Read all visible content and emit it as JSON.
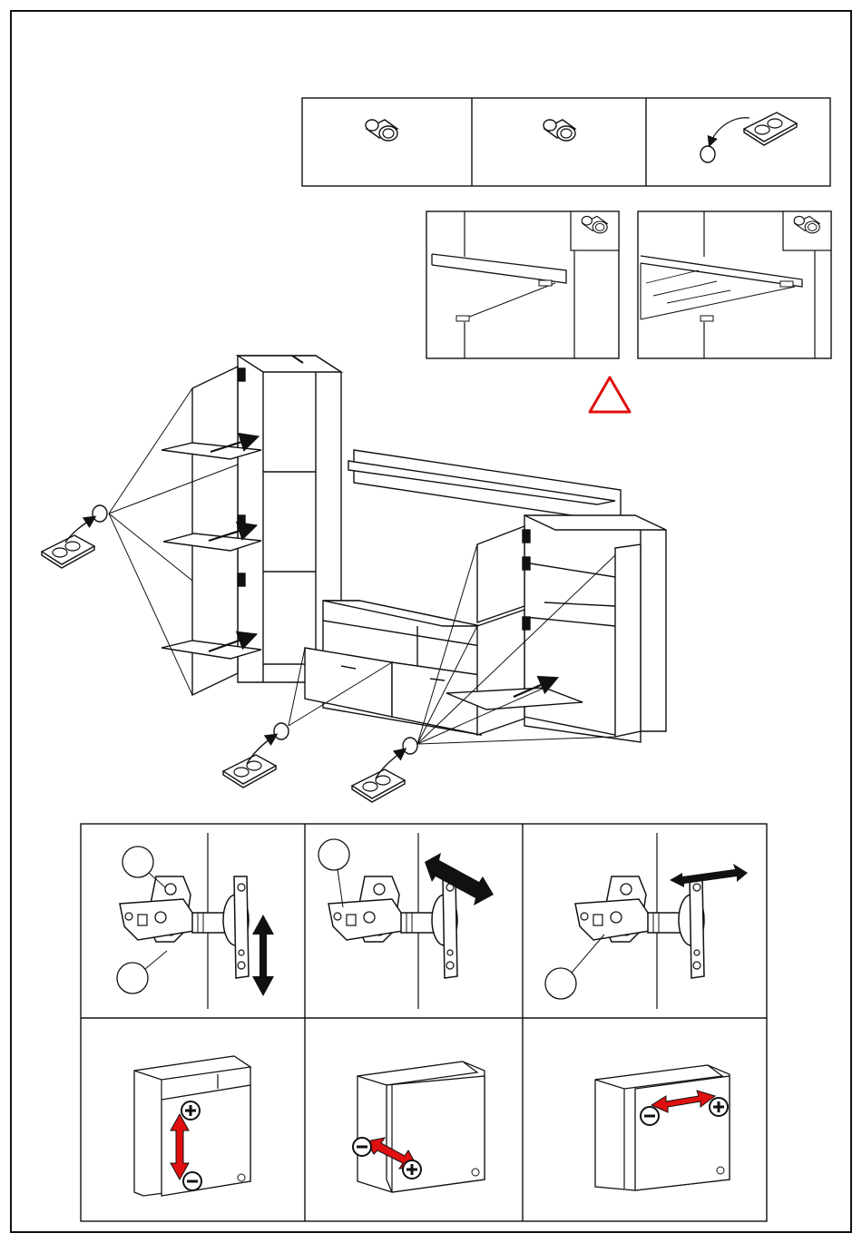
{
  "page": {
    "kind": "furniture-assembly-instruction-sheet"
  },
  "parts_table": {
    "items": [
      {
        "icon": "shelf-support-pin-icon"
      },
      {
        "icon": "glass-shelf-support-pin-icon"
      },
      {
        "icon": "self-adhesive-pad-icon"
      }
    ]
  },
  "shelf_details": [
    {
      "icon": "shelf-support-pin-icon",
      "shelf": "wooden-shelf"
    },
    {
      "icon": "glass-shelf-support-pin-icon",
      "shelf": "glass-shelf"
    }
  ],
  "warning": {
    "icon": "warning-triangle-icon",
    "color": "#e01010"
  },
  "hinge_adjustment": {
    "steps": [
      {
        "icon": "hinge-icon",
        "direction": "vertical"
      },
      {
        "icon": "hinge-icon",
        "direction": "depth"
      },
      {
        "icon": "hinge-icon",
        "direction": "horizontal"
      }
    ],
    "results": [
      {
        "icon": "door-adjust-vertical-icon",
        "plus": "+",
        "minus": "−"
      },
      {
        "icon": "door-adjust-depth-icon",
        "plus": "+",
        "minus": "−"
      },
      {
        "icon": "door-adjust-horizontal-icon",
        "plus": "+",
        "minus": "−"
      }
    ],
    "arrow_color": "#e01010"
  }
}
